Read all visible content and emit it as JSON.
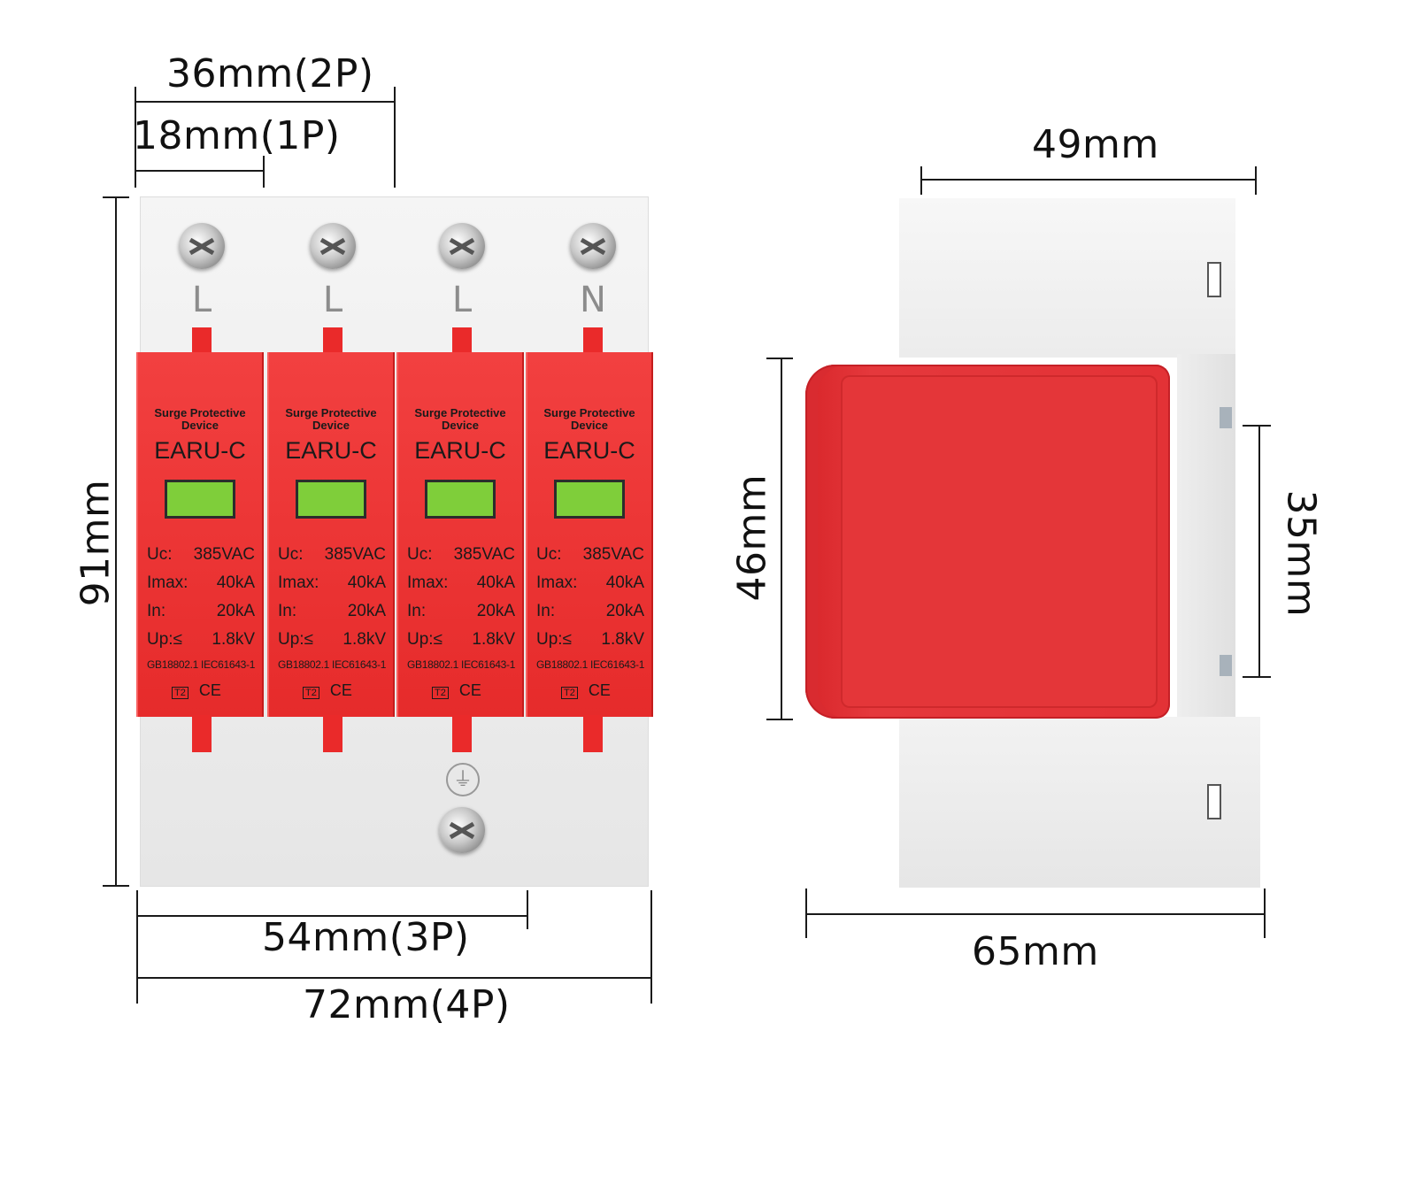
{
  "dimensions": {
    "width_2p": "36mm(2P)",
    "width_1p": "18mm(1P)",
    "height": "91mm",
    "width_3p": "54mm(3P)",
    "width_4p": "72mm(4P)",
    "depth_top": "49mm",
    "cover_height": "46mm",
    "rail": "35mm",
    "depth_total": "65mm"
  },
  "poles": [
    "L",
    "L",
    "L",
    "N"
  ],
  "modules": [
    {
      "title": "Surge Protective\nDevice",
      "model": "EARU-C"
    },
    {
      "title": "Surge Protective\nDevice",
      "model": "EARU-C"
    },
    {
      "title": "Surge Protective\nDevice",
      "model": "EARU-C"
    },
    {
      "title": "Surge Protective\nDevice",
      "model": "EARU-C"
    }
  ],
  "specs": [
    {
      "key": "Uc:",
      "value": "385VAC"
    },
    {
      "key": "Imax:",
      "value": "40kA"
    },
    {
      "key": "In:",
      "value": "20kA"
    },
    {
      "key": "Up:≤",
      "value": "1.8kV"
    }
  ],
  "standards": "GB18802.1 IEC61643-1",
  "marks": {
    "type": "T2",
    "ce": "CE"
  },
  "earth_symbol": "⏚",
  "colors": {
    "module_red": "#e62b2b",
    "indicator_green": "#7fce3a",
    "body_grey": "#eeeeee"
  }
}
